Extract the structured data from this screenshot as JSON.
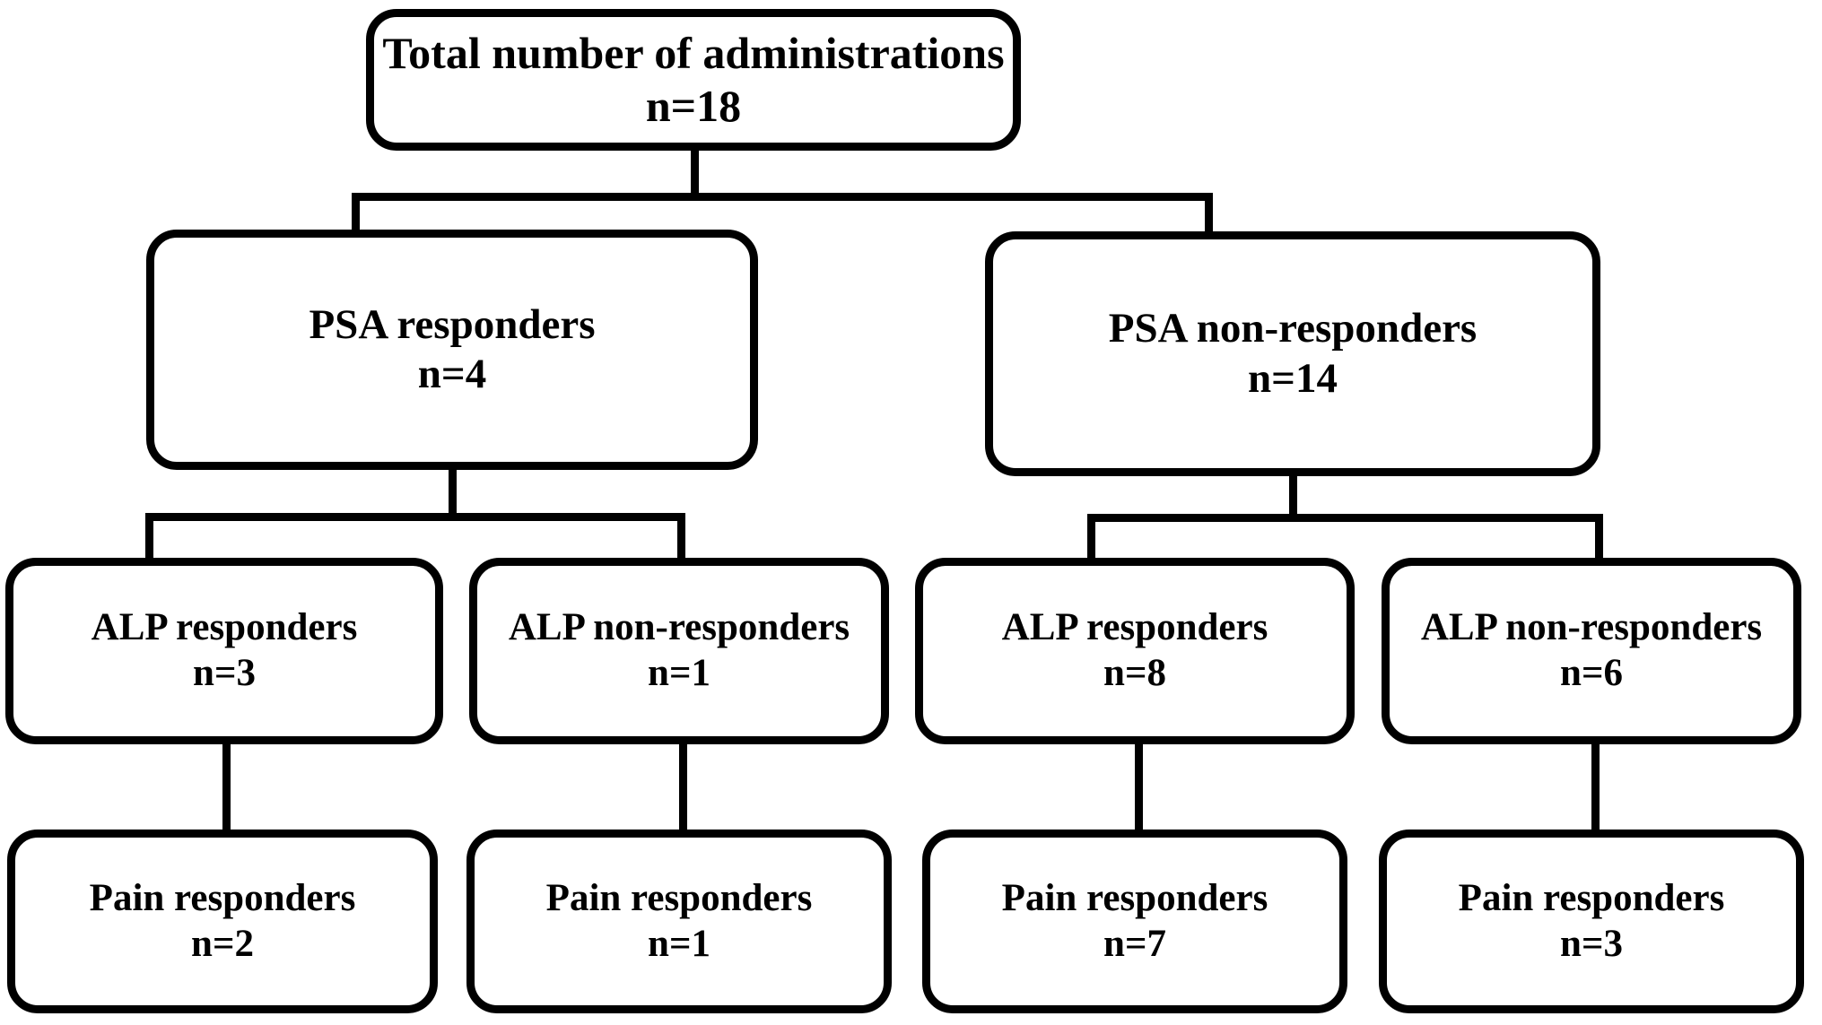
{
  "diagram": {
    "title_present": false,
    "style": {
      "stroke_color": "#000000",
      "fill_color": "#ffffff",
      "text_color": "#000000"
    },
    "levels": [
      {
        "level": 1,
        "nodes": [
          {
            "id": "root",
            "label": "Total number of administrations",
            "count": "n=18",
            "n": 18
          }
        ]
      },
      {
        "level": 2,
        "nodes": [
          {
            "id": "psa-responders",
            "label": "PSA responders",
            "count": "n=4",
            "n": 4
          },
          {
            "id": "psa-non-responders",
            "label": "PSA non-responders",
            "count": "n=14",
            "n": 14
          }
        ]
      },
      {
        "level": 3,
        "nodes": [
          {
            "id": "alp-responders-1",
            "label": "ALP responders",
            "count": "n=3",
            "n": 3
          },
          {
            "id": "alp-non-responders-1",
            "label": "ALP non-responders",
            "count": "n=1",
            "n": 1
          },
          {
            "id": "alp-responders-2",
            "label": "ALP responders",
            "count": "n=8",
            "n": 8
          },
          {
            "id": "alp-non-responders-2",
            "label": "ALP non-responders",
            "count": "n=6",
            "n": 6
          }
        ]
      },
      {
        "level": 4,
        "nodes": [
          {
            "id": "pain-responders-1",
            "label": "Pain responders",
            "count": "n=2",
            "n": 2
          },
          {
            "id": "pain-responders-2",
            "label": "Pain responders",
            "count": "n=1",
            "n": 1
          },
          {
            "id": "pain-responders-3",
            "label": "Pain responders",
            "count": "n=7",
            "n": 7
          },
          {
            "id": "pain-responders-4",
            "label": "Pain responders",
            "count": "n=3",
            "n": 3
          }
        ]
      }
    ],
    "edges": [
      {
        "from": "root",
        "to": "psa-responders"
      },
      {
        "from": "root",
        "to": "psa-non-responders"
      },
      {
        "from": "psa-responders",
        "to": "alp-responders-1"
      },
      {
        "from": "psa-responders",
        "to": "alp-non-responders-1"
      },
      {
        "from": "psa-non-responders",
        "to": "alp-responders-2"
      },
      {
        "from": "psa-non-responders",
        "to": "alp-non-responders-2"
      },
      {
        "from": "alp-responders-1",
        "to": "pain-responders-1"
      },
      {
        "from": "alp-non-responders-1",
        "to": "pain-responders-2"
      },
      {
        "from": "alp-responders-2",
        "to": "pain-responders-3"
      },
      {
        "from": "alp-non-responders-2",
        "to": "pain-responders-4"
      }
    ]
  }
}
